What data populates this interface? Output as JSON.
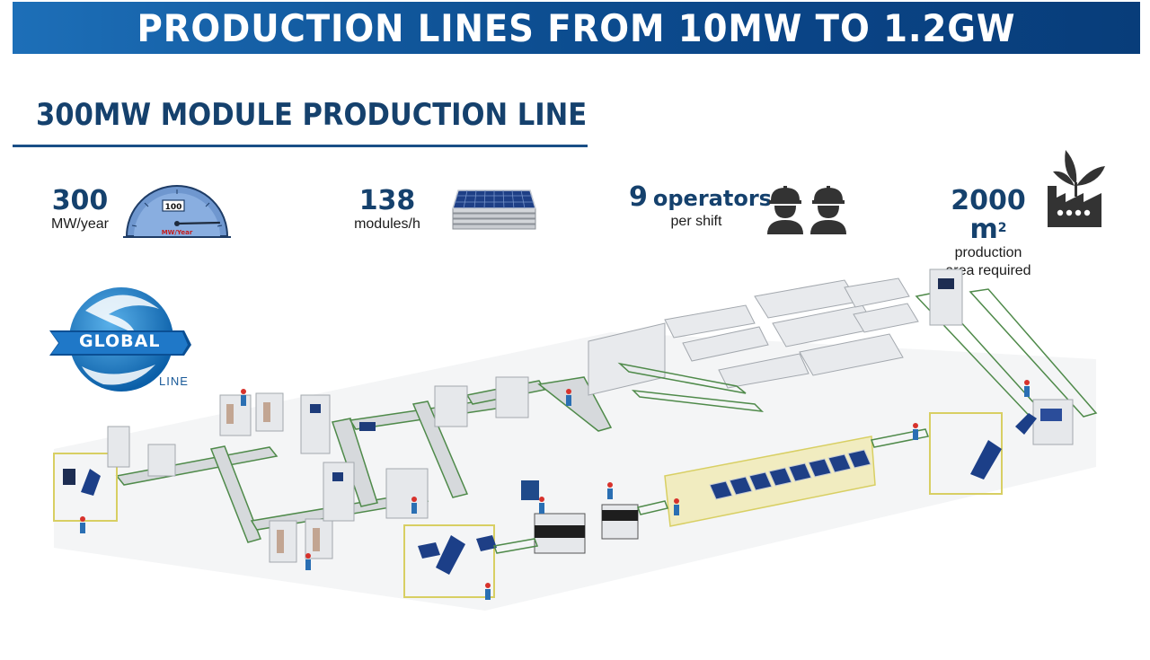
{
  "banner": {
    "title": "PRODUCTION LINES FROM 10MW TO 1.2GW"
  },
  "section": {
    "title": "300MW MODULE PRODUCTION LINE"
  },
  "stats": {
    "capacity": {
      "value": "300",
      "unit": "MW/year"
    },
    "gauge": {
      "reading": "100",
      "label": "MW/Year",
      "fraction": 0.98
    },
    "modules": {
      "value": "138",
      "unit": "modules/h"
    },
    "operators": {
      "value": "9",
      "word": "operators",
      "unit": "per shift"
    },
    "area": {
      "value": "2000 m",
      "superscript": "2",
      "line1": "production",
      "line2": "area required"
    }
  },
  "logo": {
    "name": "GLOBAL",
    "sub": "LINE"
  },
  "icons": {
    "gauge": "speedometer-icon",
    "panels": "solar-panel-stack-icon",
    "workers": "worker-helmet-icon",
    "factory": "eco-factory-icon"
  },
  "colors": {
    "banner": "#0d4f92",
    "heading": "#15416d",
    "accent": "#1d6fb8",
    "solar_panel": "#1e3f86",
    "machine": "#e6e8eb",
    "conveyor": "#4f8a4a",
    "safety_fence": "#d8cf63"
  }
}
